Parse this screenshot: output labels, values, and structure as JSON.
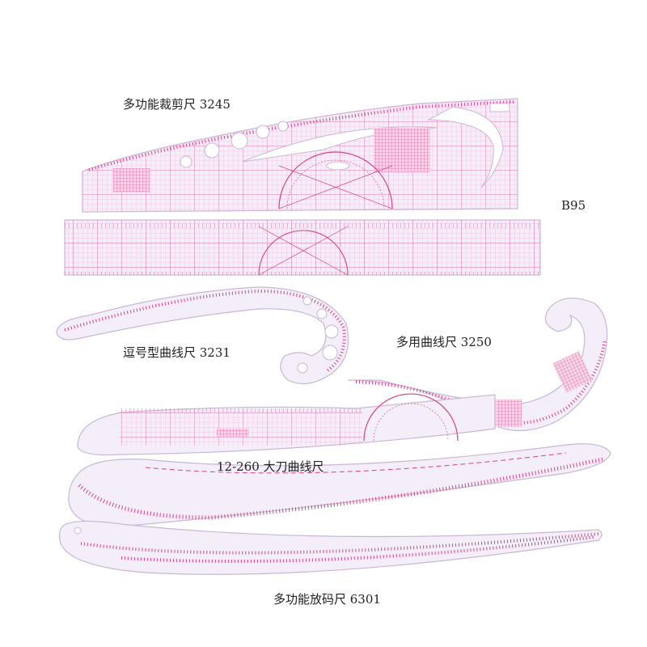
{
  "labels": {
    "ruler_3245": "多功能裁剪尺 3245",
    "ruler_b95": "B95",
    "ruler_3231": "逗号型曲线尺 3231",
    "ruler_3250": "多用曲线尺 3250",
    "ruler_12_260": "12-260 大刀曲线尺",
    "ruler_6301": "多功能放码尺 6301"
  },
  "colors": {
    "background": "#ffffff",
    "ruler_fill": "#f3eef8",
    "ruler_edge": "#c9b6d6",
    "grid_ink": "#e0589a",
    "label_ink": "#222222"
  }
}
